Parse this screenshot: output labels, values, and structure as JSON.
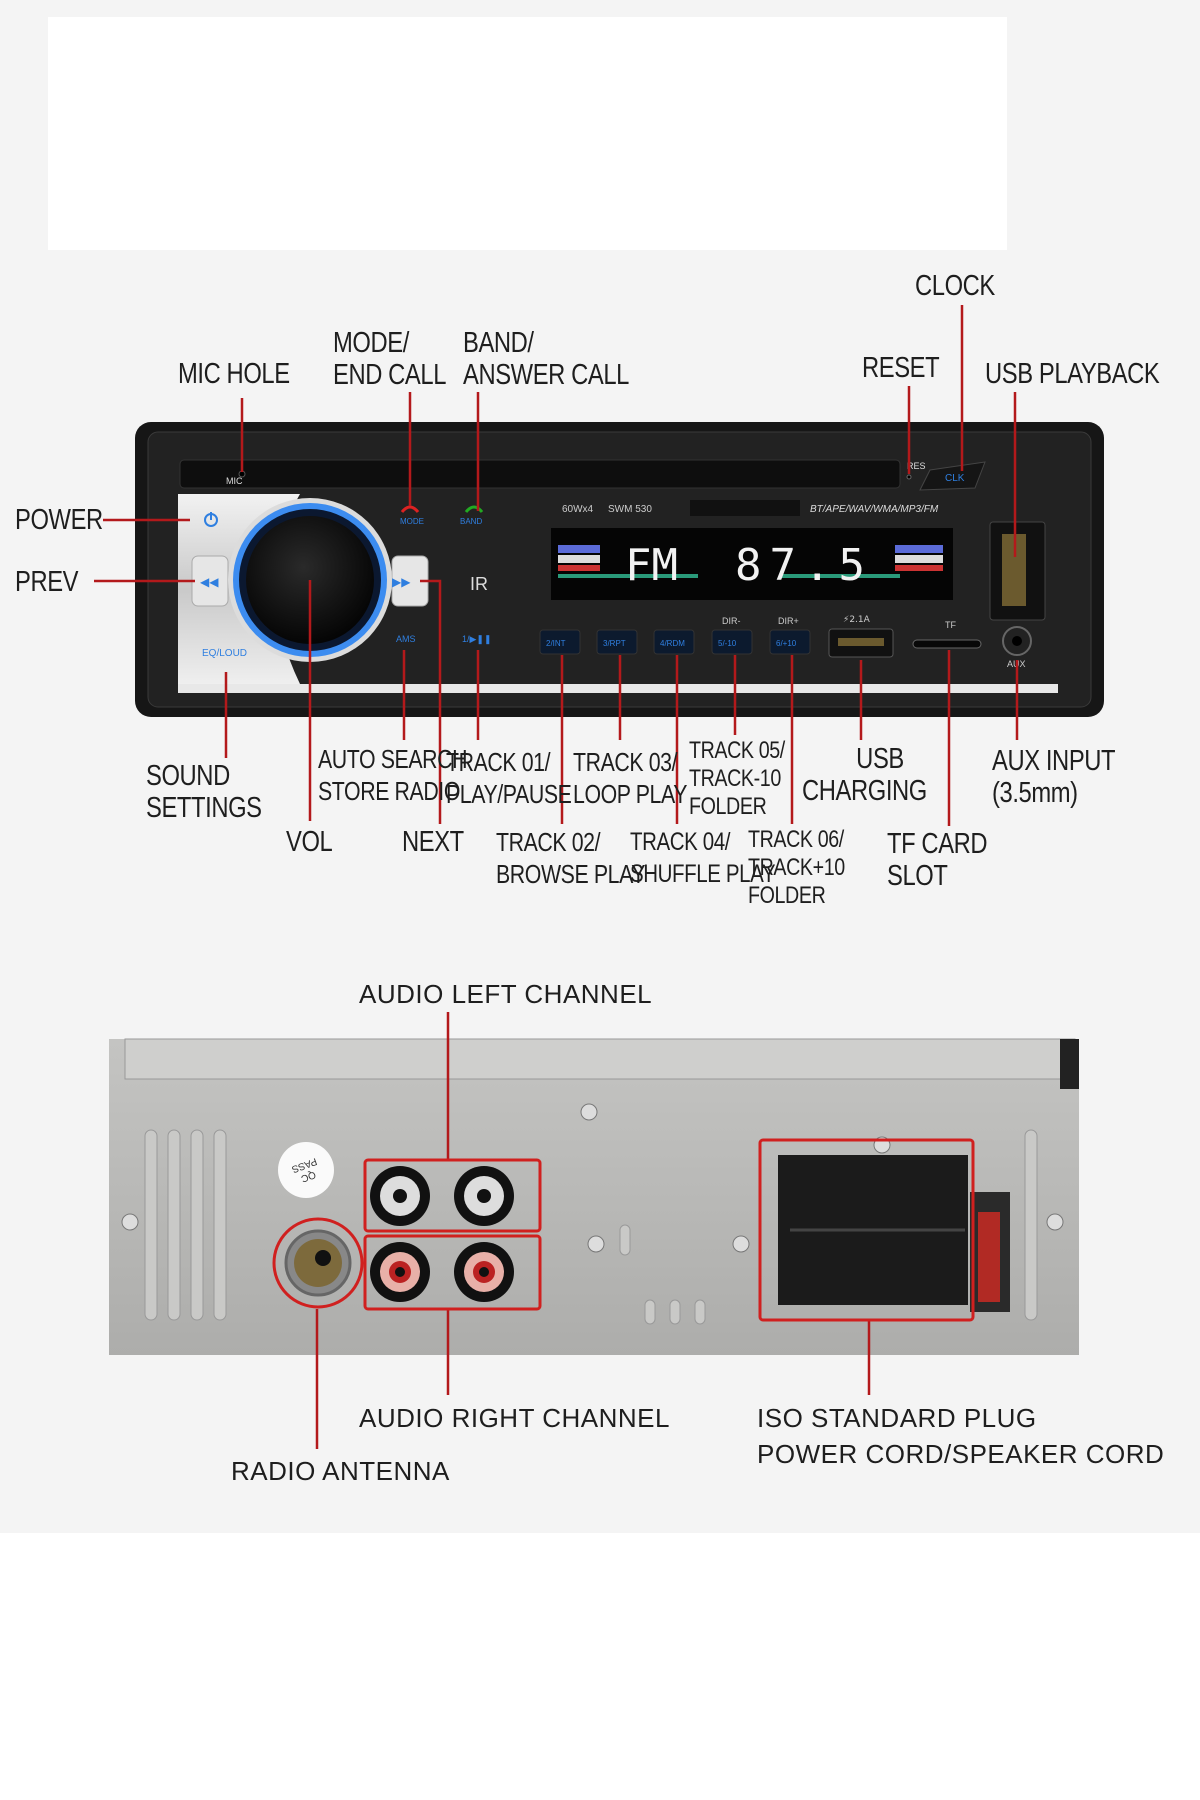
{
  "front": {
    "mic_hole": [
      "MIC HOLE"
    ],
    "mode": [
      "MODE/",
      "END CALL"
    ],
    "band": [
      "BAND/",
      "ANSWER CALL"
    ],
    "clock": [
      "CLOCK"
    ],
    "reset": [
      "RESET"
    ],
    "usb_playback": [
      "USB PLAYBACK"
    ],
    "power": [
      "POWER"
    ],
    "prev": [
      "PREV"
    ],
    "sound_settings": [
      "SOUND",
      "SETTINGS"
    ],
    "auto_search": [
      "AUTO SEARCH",
      "STORE RADIO"
    ],
    "track01": [
      "TRACK 01/",
      "PLAY/PAUSE"
    ],
    "track03": [
      "TRACK 03/",
      "LOOP PLAY"
    ],
    "track05": [
      "TRACK 05/",
      "TRACK-10",
      "FOLDER"
    ],
    "usb_charging": [
      "USB",
      "CHARGING"
    ],
    "aux_input": [
      "AUX INPUT",
      "(3.5mm)"
    ],
    "vol": [
      "VOL"
    ],
    "next": [
      "NEXT"
    ],
    "track02": [
      "TRACK 02/",
      "BROWSE PLAY"
    ],
    "track04": [
      "TRACK 04/",
      "SHUFFLE PLAY"
    ],
    "track06": [
      "TRACK 06/",
      "TRACK+10",
      "FOLDER"
    ],
    "tf_card": [
      "TF CARD",
      "SLOT"
    ]
  },
  "device": {
    "mic": "MIC",
    "res": "RES",
    "clk": "CLK",
    "mode": "MODE",
    "band": "BAND",
    "eq_loud": "EQ/LOUD",
    "ams": "AMS",
    "play": "1/▶❚❚",
    "ir": "IR",
    "power_spec": "60Wx4",
    "model": "SWM 530",
    "formats": "BT/APE/WAV/WMA/MP3/FM",
    "display_band": "FM",
    "display_freq": "87.5",
    "buttons": [
      "2/INT",
      "3/RPT",
      "4/RDM",
      "5/-10",
      "6/+10"
    ],
    "dir_minus": "DIR-",
    "dir_plus": "DIR+",
    "usb_rating": "⚡2.1A",
    "tf": "TF",
    "aux": "AUX",
    "qc_sticker": [
      "QC",
      "PASS"
    ]
  },
  "back": {
    "audio_left": [
      "AUDIO LEFT CHANNEL"
    ],
    "audio_right": [
      "AUDIO RIGHT CHANNEL"
    ],
    "iso_plug": [
      "ISO STANDARD PLUG",
      "POWER CORD/SPEAKER CORD"
    ],
    "radio_antenna": [
      "RADIO ANTENNA"
    ]
  },
  "colors": {
    "leader": "#b3191b",
    "accent_blue": "#2f7fe0",
    "body": "#1a1a1a",
    "panel": "#bdbdbb"
  }
}
